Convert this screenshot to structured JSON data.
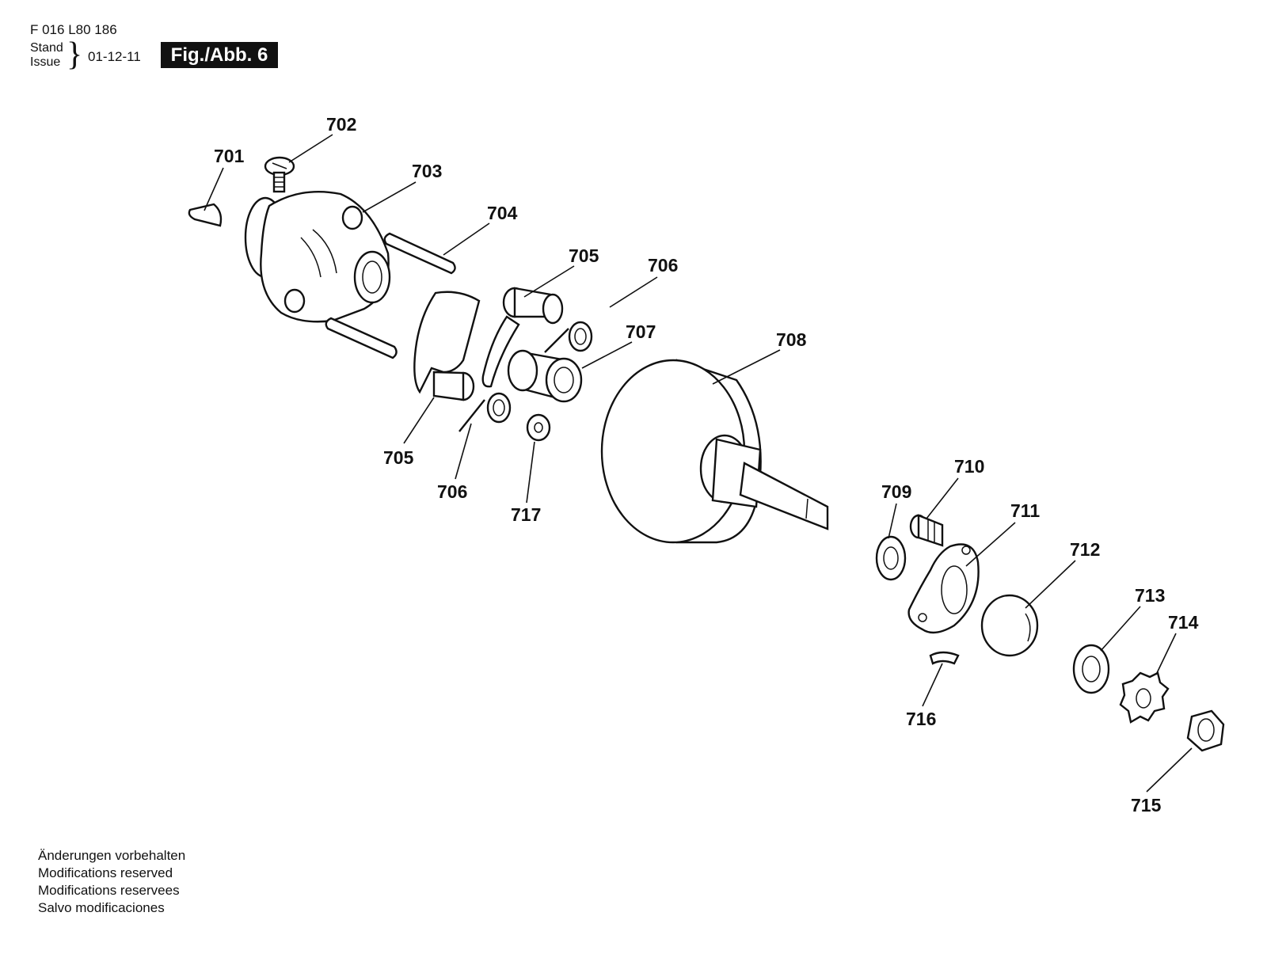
{
  "header": {
    "doc_number": "F 016 L80 186",
    "stand_label": "Stand",
    "issue_label": "Issue",
    "issue_date": "01-12-11",
    "figure": "Fig./Abb. 6"
  },
  "callouts": [
    "701",
    "702",
    "703",
    "704",
    "705",
    "706",
    "707",
    "708",
    "705",
    "706",
    "717",
    "709",
    "710",
    "711",
    "712",
    "713",
    "714",
    "716",
    "715"
  ],
  "footer": {
    "lines": [
      "Änderungen vorbehalten",
      "Modifications reserved",
      "Modifications reservees",
      "Salvo modificaciones"
    ]
  }
}
